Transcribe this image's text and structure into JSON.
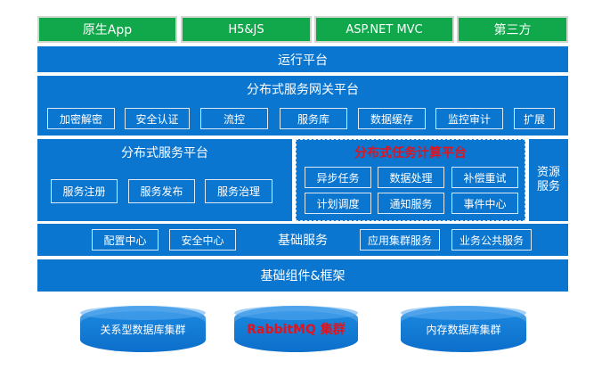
{
  "top_row": [
    "原生App",
    "H5&JS",
    "ASP.NET MVC",
    "第三方"
  ],
  "runtime_platform": "运行平台",
  "gateway": {
    "title": "分布式服务网关平台",
    "items": [
      "加密解密",
      "安全认证",
      "流控",
      "服务库",
      "数据缓存",
      "监控审计",
      "扩展"
    ]
  },
  "service_platform": {
    "title": "分布式服务平台",
    "items": [
      "服务注册",
      "服务发布",
      "服务治理"
    ]
  },
  "task_platform": {
    "title": "分布式任务计算平台",
    "items": [
      "异步任务",
      "数据处理",
      "补偿重试",
      "计划调度",
      "通知服务",
      "事件中心"
    ]
  },
  "resource_service": [
    "资源",
    "服务"
  ],
  "base_services": {
    "title": "基础服务",
    "left_items": [
      "配置中心",
      "安全中心"
    ],
    "right_items": [
      "应用集群服务",
      "业务公共服务"
    ]
  },
  "base_framework": "基础组件&框架",
  "databases": [
    {
      "label": "关系型数据库集群",
      "highlight": false
    },
    {
      "label": "RabbitMQ 集群",
      "highlight": true
    },
    {
      "label": "内存数据库集群",
      "highlight": false
    }
  ]
}
